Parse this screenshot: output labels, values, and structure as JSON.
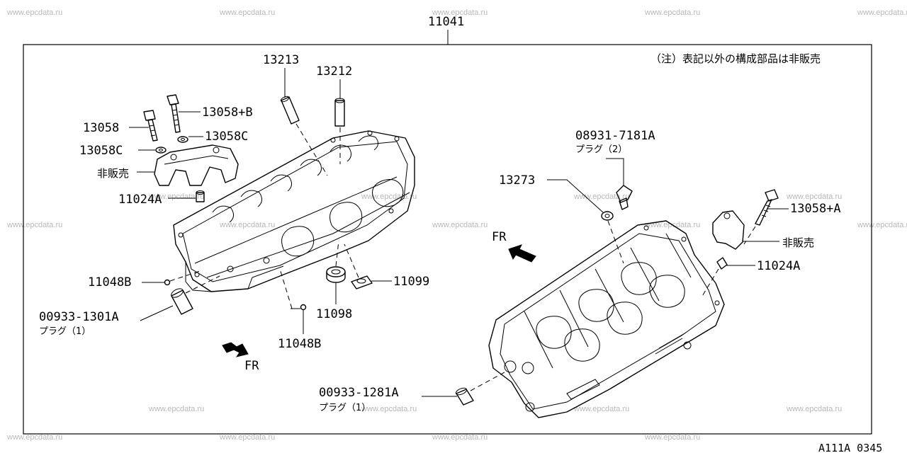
{
  "watermark": "www.epcdata.ru",
  "assembly_number": "11041",
  "note": "（注）表記以外の構成部品は非販売",
  "figure_code": "A111A 0345",
  "direction_label": "FR",
  "parts": {
    "p13213": "13213",
    "p13212": "13212",
    "p13058": "13058",
    "p13058b": "13058+B",
    "p13058c_right": "13058C",
    "p13058c_left": "13058C",
    "not_sold_left": "非販売",
    "p11024a_left": "11024A",
    "p11048b_left": "11048B",
    "p00933_1301a": "00933-1301A",
    "plug1_left": "プラグ（1）",
    "p11098": "11098",
    "p11099": "11099",
    "p11048b_bottom": "11048B",
    "p08931": "08931-7181A",
    "plug2": "プラグ（2）",
    "p13273": "13273",
    "p13058a": "13058+A",
    "not_sold_right": "非販売",
    "p11024a_right": "11024A",
    "p00933_1281a": "00933-1281A",
    "plug1_right": "プラグ（1）"
  },
  "colors": {
    "line": "#000000",
    "watermark": "#b8b8b8",
    "background": "#ffffff"
  }
}
